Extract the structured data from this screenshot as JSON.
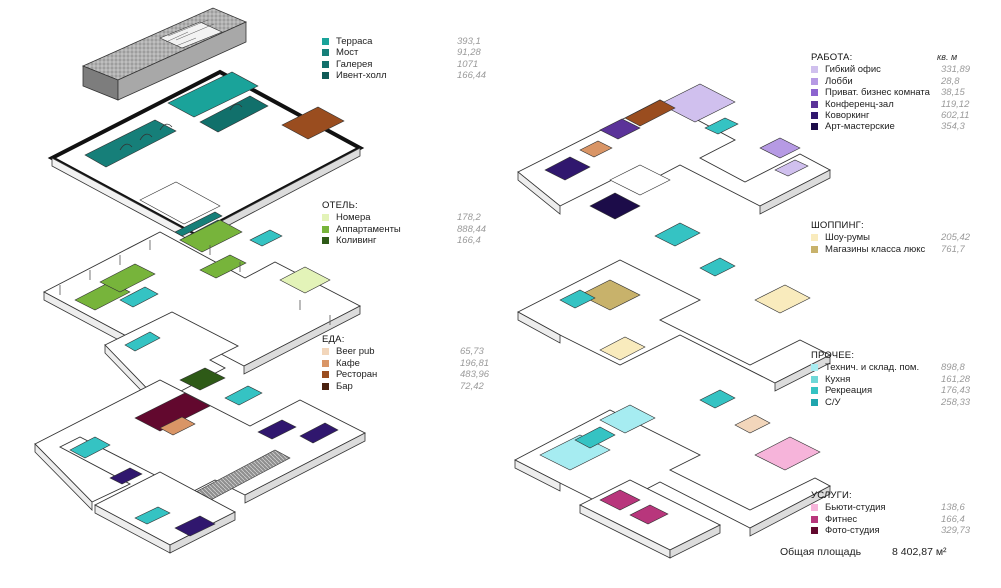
{
  "colors": {
    "terrace": "#1aa39a",
    "bridge": "#167f79",
    "gallery": "#11706b",
    "event_hall": "#0f5a57",
    "rooms": "#e3f3b8",
    "apartments": "#77b43b",
    "coliving": "#2e5a17",
    "beer_pub": "#f2d6bb",
    "cafe": "#d99566",
    "restaurant": "#9a4d1f",
    "bar": "#4a210f",
    "flex_office": "#d0c0ee",
    "lobby": "#b69ae4",
    "private_room": "#8c64cf",
    "conference": "#5b3399",
    "coworking": "#30176e",
    "art_studio": "#1c0c49",
    "showroom": "#f9ebbd",
    "luxury": "#c8b26b",
    "tech": "#a6ecf1",
    "kitchen": "#6fd8d8",
    "recreation": "#35c3c3",
    "wc": "#1fa5ad",
    "beauty": "#f6b4da",
    "fitness": "#b8367c",
    "photo": "#62082e",
    "wall": "#ffffff",
    "outline": "#333333",
    "shadow": "#cfcfcf"
  },
  "legends": {
    "roof": {
      "title": "",
      "items": [
        {
          "label": "Терраса",
          "value": "393,1",
          "color": "#1aa39a"
        },
        {
          "label": "Мост",
          "value": "91,28",
          "color": "#167f79"
        },
        {
          "label": "Галерея",
          "value": "1071",
          "color": "#11706b"
        },
        {
          "label": "Ивент-холл",
          "value": "166,44",
          "color": "#0f5a57"
        }
      ]
    },
    "hotel": {
      "title": "ОТЕЛЬ:",
      "items": [
        {
          "label": "Номера",
          "value": "178,2",
          "color": "#e3f3b8"
        },
        {
          "label": "Аппартаменты",
          "value": "888,44",
          "color": "#77b43b"
        },
        {
          "label": "Коливинг",
          "value": "166,4",
          "color": "#2e5a17"
        }
      ]
    },
    "food": {
      "title": "ЕДА:",
      "items": [
        {
          "label": "Beer pub",
          "value": "65,73",
          "color": "#f2d6bb"
        },
        {
          "label": "Кафе",
          "value": "196,81",
          "color": "#d99566"
        },
        {
          "label": "Ресторан",
          "value": "483,96",
          "color": "#9a4d1f"
        },
        {
          "label": "Бар",
          "value": "72,42",
          "color": "#4a210f"
        }
      ]
    },
    "work": {
      "title": "РАБОТА:",
      "unit": "кв. м",
      "items": [
        {
          "label": "Гибкий офис",
          "value": "331,89",
          "color": "#d0c0ee"
        },
        {
          "label": "Лобби",
          "value": "28,8",
          "color": "#b69ae4"
        },
        {
          "label": "Приват. бизнес комната",
          "value": "38,15",
          "color": "#8c64cf"
        },
        {
          "label": "Конференц-зал",
          "value": "119,12",
          "color": "#5b3399"
        },
        {
          "label": "Коворкинг",
          "value": "602,11",
          "color": "#30176e"
        },
        {
          "label": "Арт-мастерские",
          "value": "354,3",
          "color": "#1c0c49"
        }
      ]
    },
    "shopping": {
      "title": "ШОППИНГ:",
      "items": [
        {
          "label": "Шоу-румы",
          "value": "205,42",
          "color": "#f9ebbd"
        },
        {
          "label": "Магазины класса люкс",
          "value": "761,7",
          "color": "#c8b26b"
        }
      ]
    },
    "other": {
      "title": "ПРОЧЕЕ:",
      "items": [
        {
          "label": "Технич. и склад. пом.",
          "value": "898,8",
          "color": "#a6ecf1"
        },
        {
          "label": "Кухня",
          "value": "161,28",
          "color": "#6fd8d8"
        },
        {
          "label": "Рекреация",
          "value": "176,43",
          "color": "#35c3c3"
        },
        {
          "label": "С/У",
          "value": "258,33",
          "color": "#1fa5ad"
        }
      ]
    },
    "services": {
      "title": "УСЛУГИ:",
      "items": [
        {
          "label": "Бьюти-студия",
          "value": "138,6",
          "color": "#f6b4da"
        },
        {
          "label": "Фитнес",
          "value": "166,4",
          "color": "#b8367c"
        },
        {
          "label": "Фото-студия",
          "value": "329,73",
          "color": "#62082e"
        }
      ]
    }
  },
  "total": {
    "label": "Общая площадь",
    "value": "8 402,87 м²"
  }
}
